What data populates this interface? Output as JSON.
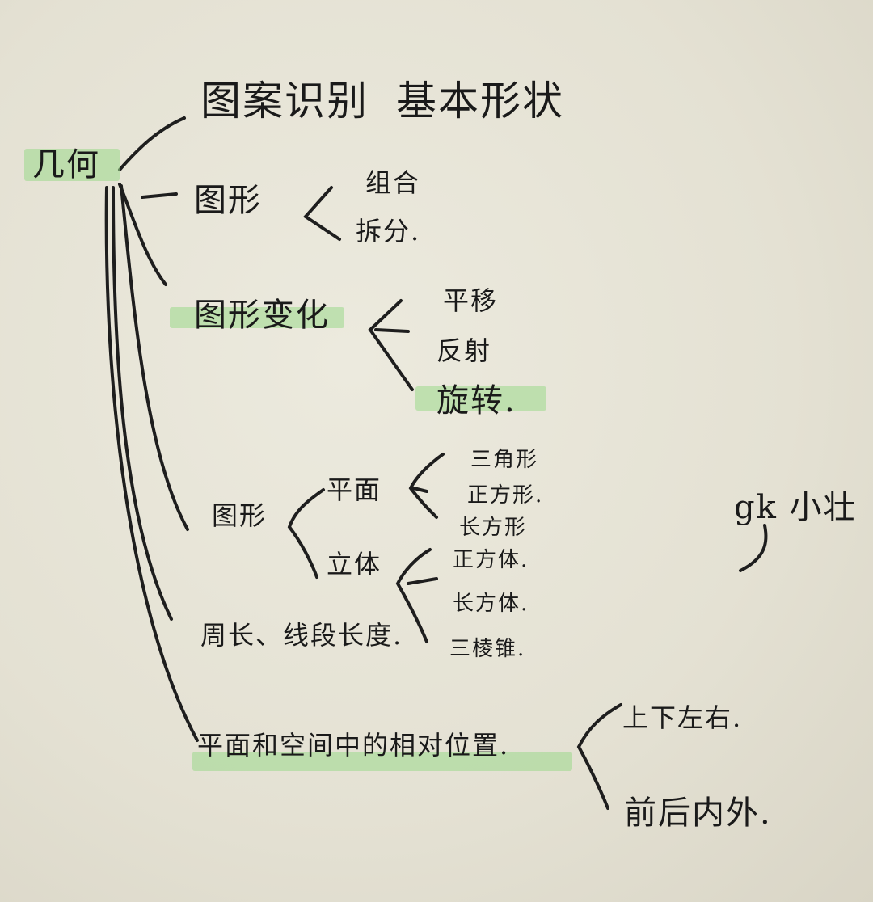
{
  "highlight_color": "#9bd98b",
  "ink_color": "#1a1a1a",
  "mindmap": {
    "root": "几何",
    "top_a": "图案识别",
    "top_b": "基本形状",
    "shape": {
      "label": "图形",
      "children": [
        "组合",
        "拆分."
      ]
    },
    "transform": {
      "label": "图形变化",
      "children": [
        "平移",
        "反射",
        "旋转."
      ]
    },
    "geometry": {
      "label": "图形",
      "plane": {
        "label": "平面",
        "children": [
          "三角形",
          "正方形.",
          "长方形"
        ]
      },
      "solid": {
        "label": "立体",
        "children": [
          "正方体.",
          "长方体.",
          "三棱锥."
        ]
      }
    },
    "length": "周长、线段长度.",
    "position": {
      "label": "平面和空间中的相对位置.",
      "children": [
        "上下左右.",
        "前后内外."
      ]
    },
    "side_note": "gk 小壮"
  }
}
